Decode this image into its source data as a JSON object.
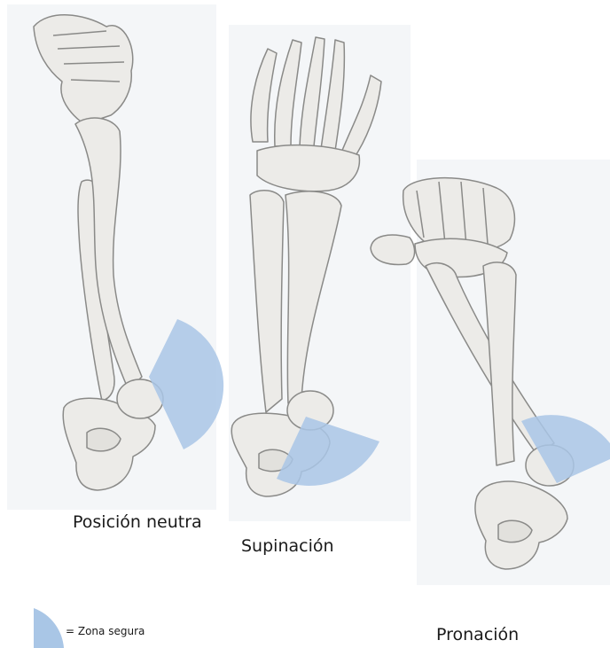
{
  "panels": [
    {
      "label": "Posición neutra"
    },
    {
      "label": "Supinación"
    },
    {
      "label": "Pronación"
    }
  ],
  "legend": {
    "text": "= Zona segura"
  },
  "colors": {
    "safe_zone": "#a9c6e6",
    "bone_fill": "#ecebe8",
    "bone_stroke": "#8a8a88",
    "panel_bg": "#f4f6f8"
  }
}
